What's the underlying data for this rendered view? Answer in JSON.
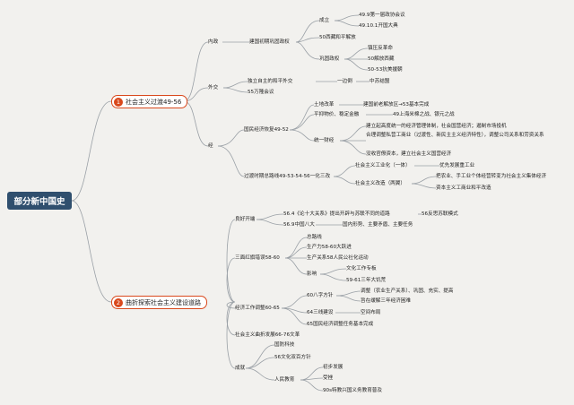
{
  "root": "部分新中国史",
  "branches": [
    {
      "badge": "1",
      "label": "社会主义过渡49-56"
    },
    {
      "badge": "2",
      "label": "曲折探索社会主义建设道路"
    }
  ],
  "b1": {
    "neizheng": "内政",
    "jianguo": "建国初期巩固政权",
    "chengli": "成立",
    "c1": "49.9第一届政协会议",
    "c2": "49.10.1开国大典",
    "xizang": "50西藏和平解放",
    "gonggu": "巩固政权",
    "g1": "镇压反革命",
    "g2": "50解放西藏",
    "g3": "50-53抗美援朝",
    "waijiao": "外交",
    "duli": "独立自主的和平外交",
    "yibiandao": "一边倒",
    "zhongsu": "中苏结盟",
    "wanlong": "55万隆会议",
    "jing": "经",
    "guomin": "国民经济恢复49-52",
    "tudi": "土地改革",
    "tudi_r": "建国前老解放区→53基本完成",
    "pingwen": "平抑物价、稳定金融",
    "pingwen_r": "49上海米棉之战、银元之战",
    "tongyi": "统一财经",
    "t1": "建立起高度统一的经济管理体制，社会国营经济；遏制市场投机",
    "t2": "合理调整私营工商业（过渡性、新民主主义经济特性），调整公司关系和劳资关系",
    "t3": "没收官僚资本，建立社会主义国营经济",
    "guodu": "过渡时期总路线49-53-54-56一化三改",
    "gongyehua": "社会主义工业化（一体）",
    "gongyehua_r": "优先发展重工业",
    "gaizao": "社会主义改造（两翼）",
    "gz1": "把农业、手工业个体经营转变为社会主义集体经济",
    "gz2": "资本主义工商业和平改造"
  },
  "b2": {
    "lianghao": "良好开端",
    "l1": "56.4《论十大关系》提出开辟与苏联不同的道路",
    "l1r": "56反思苏联模式",
    "l2": "56.9中国八大",
    "l2r": "国内形势、主要矛盾、主要任务",
    "sanmian": "三面红旗错误58-60",
    "s1": "总路线",
    "s2": "生产力58-60大跃进",
    "s3": "生产关系58人民公社化运动",
    "yingxiang": "影响",
    "y1": "文化工作专板",
    "y2": "59-61三年大饥荒",
    "tiaozheng": "经济工作调整60-65",
    "bazi": "60八字方针",
    "bz1": "调整（农业生产关系）、巩固、充实、提高",
    "bz2": "旨在缓解三年经济困难",
    "sanxian": "64三线建设",
    "sanxian_r": "空间布局",
    "wancheng": "65国民经济调整任务基本完成",
    "wenge": "社会主义曲折发展66-76文革",
    "chengjiu": "成就",
    "cj1": "国防科技",
    "cj2": "56文化双百方针",
    "renmin": "人民教育",
    "r1": "初步发展",
    "r2": "受挫",
    "r3": "90s特教兴国义务教育普及"
  }
}
